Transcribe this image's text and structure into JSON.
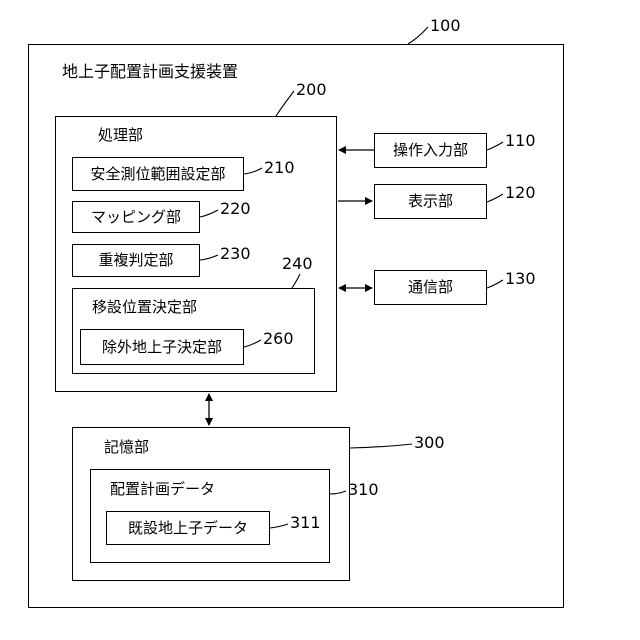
{
  "device": {
    "ref": "100",
    "label": "地上子配置計画支援装置"
  },
  "processor": {
    "ref": "200",
    "label": "処理部",
    "units": {
      "safety_range": {
        "ref": "210",
        "label": "安全測位範囲設定部"
      },
      "mapping": {
        "ref": "220",
        "label": "マッピング部"
      },
      "overlap": {
        "ref": "230",
        "label": "重複判定部"
      },
      "relocation": {
        "ref": "240",
        "label": "移設位置決定部",
        "exclusion": {
          "ref": "260",
          "label": "除外地上子決定部"
        }
      }
    }
  },
  "input_unit": {
    "ref": "110",
    "label": "操作入力部"
  },
  "display_unit": {
    "ref": "120",
    "label": "表示部"
  },
  "comm_unit": {
    "ref": "130",
    "label": "通信部"
  },
  "storage": {
    "ref": "300",
    "label": "記憶部",
    "plan_data": {
      "ref": "310",
      "label": "配置計画データ",
      "existing_data": {
        "ref": "311",
        "label": "既設地上子データ"
      }
    }
  }
}
